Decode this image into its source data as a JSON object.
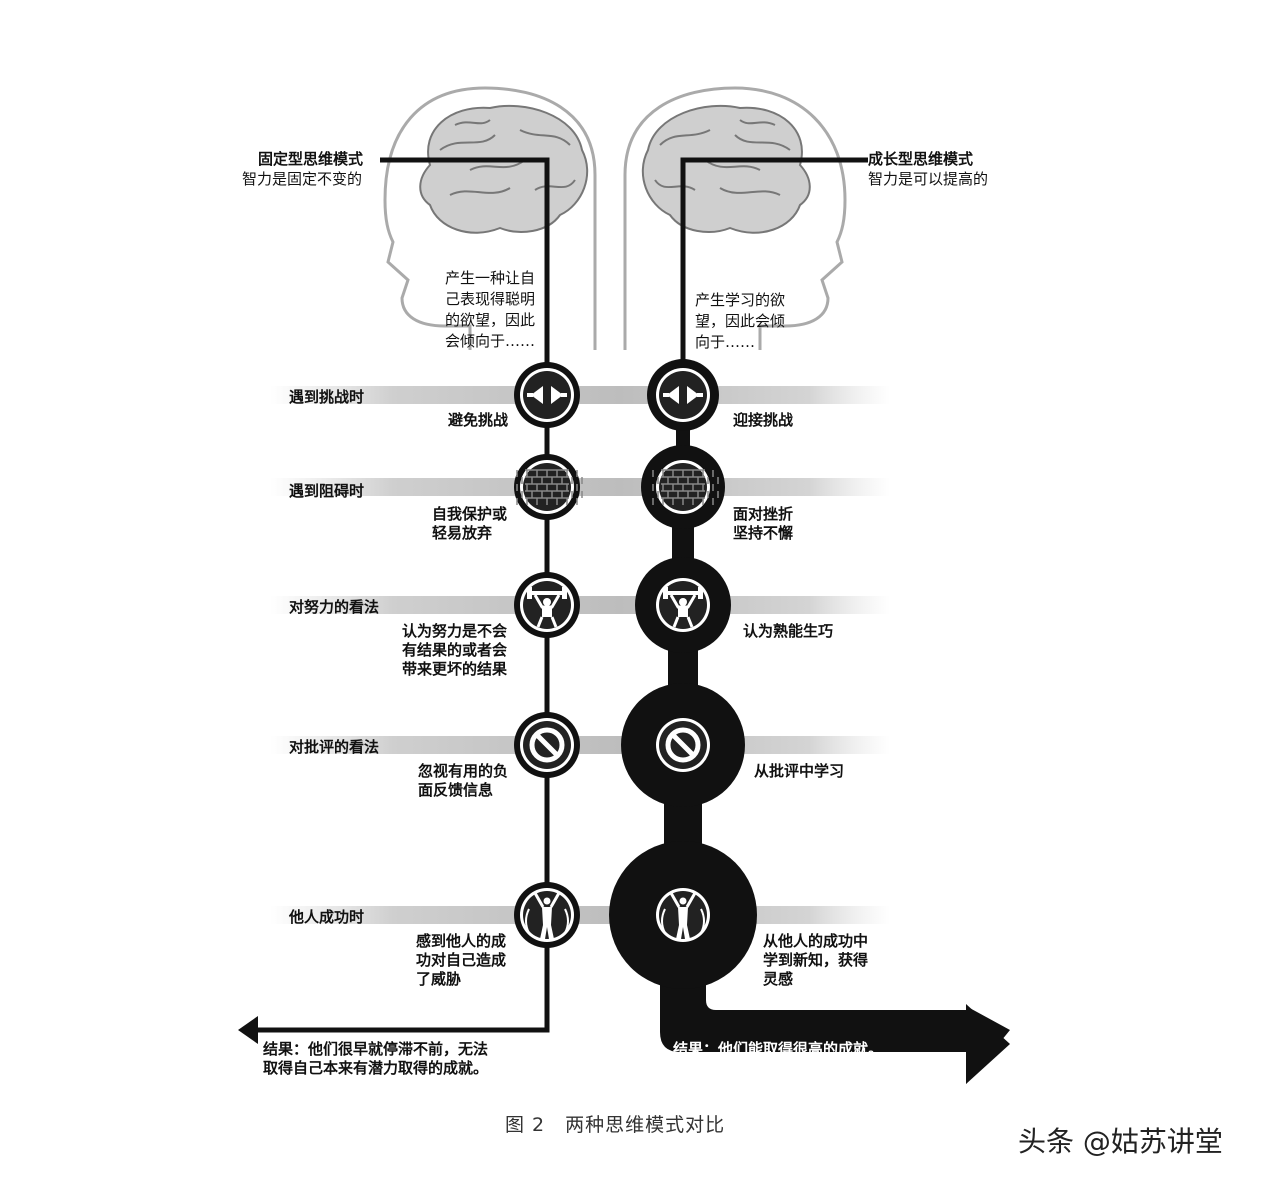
{
  "fixed": {
    "title": "固定型思维模式",
    "subtitle": "智力是固定不变的",
    "desire": [
      "产生一种让自",
      "己表现得聪明",
      "的欲望，因此",
      "会倾向于……"
    ]
  },
  "growth": {
    "title": "成长型思维模式",
    "subtitle": "智力是可以提高的",
    "desire": [
      "产生学习的欲",
      "望，因此会倾",
      "向于……"
    ]
  },
  "rows": [
    {
      "label": "遇到挑战时",
      "icon": "challenge-arrows-icon",
      "fixed": [
        "避免挑战"
      ],
      "growth": [
        "迎接挑战"
      ]
    },
    {
      "label": "遇到阻碍时",
      "icon": "brick-wall-icon",
      "fixed": [
        "自我保护或",
        "轻易放弃"
      ],
      "growth": [
        "面对挫折",
        "坚持不懈"
      ]
    },
    {
      "label": "对努力的看法",
      "icon": "weightlifter-icon",
      "fixed": [
        "认为努力是不会",
        "有结果的或者会",
        "带来更坏的结果"
      ],
      "growth": [
        "认为熟能生巧"
      ]
    },
    {
      "label": "对批评的看法",
      "icon": "no-sign-icon",
      "fixed": [
        "忽视有用的负",
        "面反馈信息"
      ],
      "growth": [
        "从批评中学习"
      ]
    },
    {
      "label": "他人成功时",
      "icon": "success-person-icon",
      "fixed": [
        "感到他人的成",
        "功对自己造成",
        "了威胁"
      ],
      "growth": [
        "从他人的成功中",
        "学到新知，获得",
        "灵感"
      ]
    }
  ],
  "results": {
    "fixed": [
      "结果：他们很早就停滞不前，无法",
      "取得自己本来有潜力取得的成就。"
    ],
    "growth": "结果：他们能取得很高的成就。"
  },
  "caption": "图 2　两种思维模式对比",
  "watermark": "头条 @姑苏讲堂"
}
